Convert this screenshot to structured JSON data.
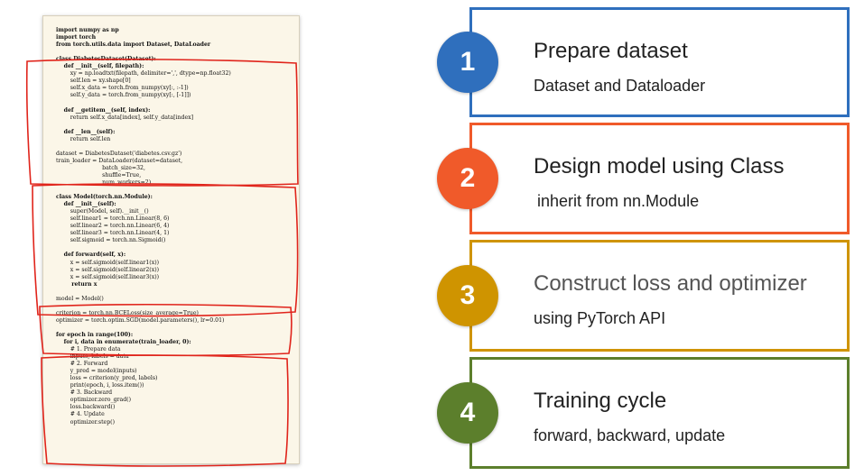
{
  "code": {
    "lines": [
      {
        "text": "import numpy as np",
        "bold": true
      },
      {
        "text": "import torch",
        "bold": true
      },
      {
        "text": "from torch.utils.data import Dataset, DataLoader",
        "bold": true
      },
      {
        "text": "",
        "bold": false
      },
      {
        "text": "class DiabetesDataset(Dataset):",
        "bold": true
      },
      {
        "text": "    def __init__(self, filepath):",
        "bold": true
      },
      {
        "text": "        xy = np.loadtxt(filepath, delimiter=',', dtype=np.float32)",
        "bold": false
      },
      {
        "text": "        self.len = xy.shape[0]",
        "bold": false
      },
      {
        "text": "        self.x_data = torch.from_numpy(xy[:, :-1])",
        "bold": false
      },
      {
        "text": "        self.y_data = torch.from_numpy(xy[:, [-1]])",
        "bold": false
      },
      {
        "text": "",
        "bold": false
      },
      {
        "text": "    def __getitem__(self, index):",
        "bold": true
      },
      {
        "text": "        return self.x_data[index], self.y_data[index]",
        "bold": false
      },
      {
        "text": "",
        "bold": false
      },
      {
        "text": "    def __len__(self):",
        "bold": true
      },
      {
        "text": "        return self.len",
        "bold": false
      },
      {
        "text": "",
        "bold": false
      },
      {
        "text": "dataset = DiabetesDataset('diabetes.csv.gz')",
        "bold": false
      },
      {
        "text": "train_loader = DataLoader(dataset=dataset,",
        "bold": false
      },
      {
        "text": "                          batch_size=32,",
        "bold": false
      },
      {
        "text": "                          shuffle=True,",
        "bold": false
      },
      {
        "text": "                          num_workers=2)",
        "bold": false
      },
      {
        "text": "",
        "bold": false
      },
      {
        "text": "class Model(torch.nn.Module):",
        "bold": true
      },
      {
        "text": "    def __init__(self):",
        "bold": true
      },
      {
        "text": "        super(Model, self).__init__()",
        "bold": false
      },
      {
        "text": "        self.linear1 = torch.nn.Linear(8, 6)",
        "bold": false
      },
      {
        "text": "        self.linear2 = torch.nn.Linear(6, 4)",
        "bold": false
      },
      {
        "text": "        self.linear3 = torch.nn.Linear(4, 1)",
        "bold": false
      },
      {
        "text": "        self.sigmoid = torch.nn.Sigmoid()",
        "bold": false
      },
      {
        "text": "",
        "bold": false
      },
      {
        "text": "    def forward(self, x):",
        "bold": true
      },
      {
        "text": "        x = self.sigmoid(self.linear1(x))",
        "bold": false
      },
      {
        "text": "        x = self.sigmoid(self.linear2(x))",
        "bold": false
      },
      {
        "text": "        x = self.sigmoid(self.linear3(x))",
        "bold": false
      },
      {
        "text": "        return x",
        "bold": true
      },
      {
        "text": "",
        "bold": false
      },
      {
        "text": "model = Model()",
        "bold": false
      },
      {
        "text": "",
        "bold": false
      },
      {
        "text": "criterion = torch.nn.BCELoss(size_average=True)",
        "bold": false
      },
      {
        "text": "optimizer = torch.optim.SGD(model.parameters(), lr=0.01)",
        "bold": false
      },
      {
        "text": "",
        "bold": false
      },
      {
        "text": "for epoch in range(100):",
        "bold": true
      },
      {
        "text": "    for i, data in enumerate(train_loader, 0):",
        "bold": true
      },
      {
        "text": "        # 1. Prepare data",
        "bold": false
      },
      {
        "text": "        inputs, labels = data",
        "bold": false
      },
      {
        "text": "        # 2. Forward",
        "bold": false
      },
      {
        "text": "        y_pred = model(inputs)",
        "bold": false
      },
      {
        "text": "        loss = criterion(y_pred, labels)",
        "bold": false
      },
      {
        "text": "        print(epoch, i, loss.item())",
        "bold": false
      },
      {
        "text": "        # 3. Backward",
        "bold": false
      },
      {
        "text": "        optimizer.zero_grad()",
        "bold": false
      },
      {
        "text": "        loss.backward()",
        "bold": false
      },
      {
        "text": "        # 4. Update",
        "bold": false
      },
      {
        "text": "        optimizer.step()",
        "bold": false
      }
    ]
  },
  "annotation_color": "#e0241b",
  "steps": [
    {
      "number": "1",
      "title": "Prepare dataset",
      "subtitle": "Dataset and Dataloader",
      "color": "#2f6fbd",
      "title_color": "#222222"
    },
    {
      "number": "2",
      "title": "Design model using Class",
      "subtitle": "inherit from nn.Module",
      "color": "#f05a2a",
      "title_color": "#222222"
    },
    {
      "number": "3",
      "title": "Construct loss and optimizer",
      "subtitle": "using PyTorch API",
      "color": "#cf9400",
      "title_color": "#555555"
    },
    {
      "number": "4",
      "title": "Training cycle",
      "subtitle": "forward, backward, update",
      "color": "#5c7f2c",
      "title_color": "#222222"
    }
  ]
}
